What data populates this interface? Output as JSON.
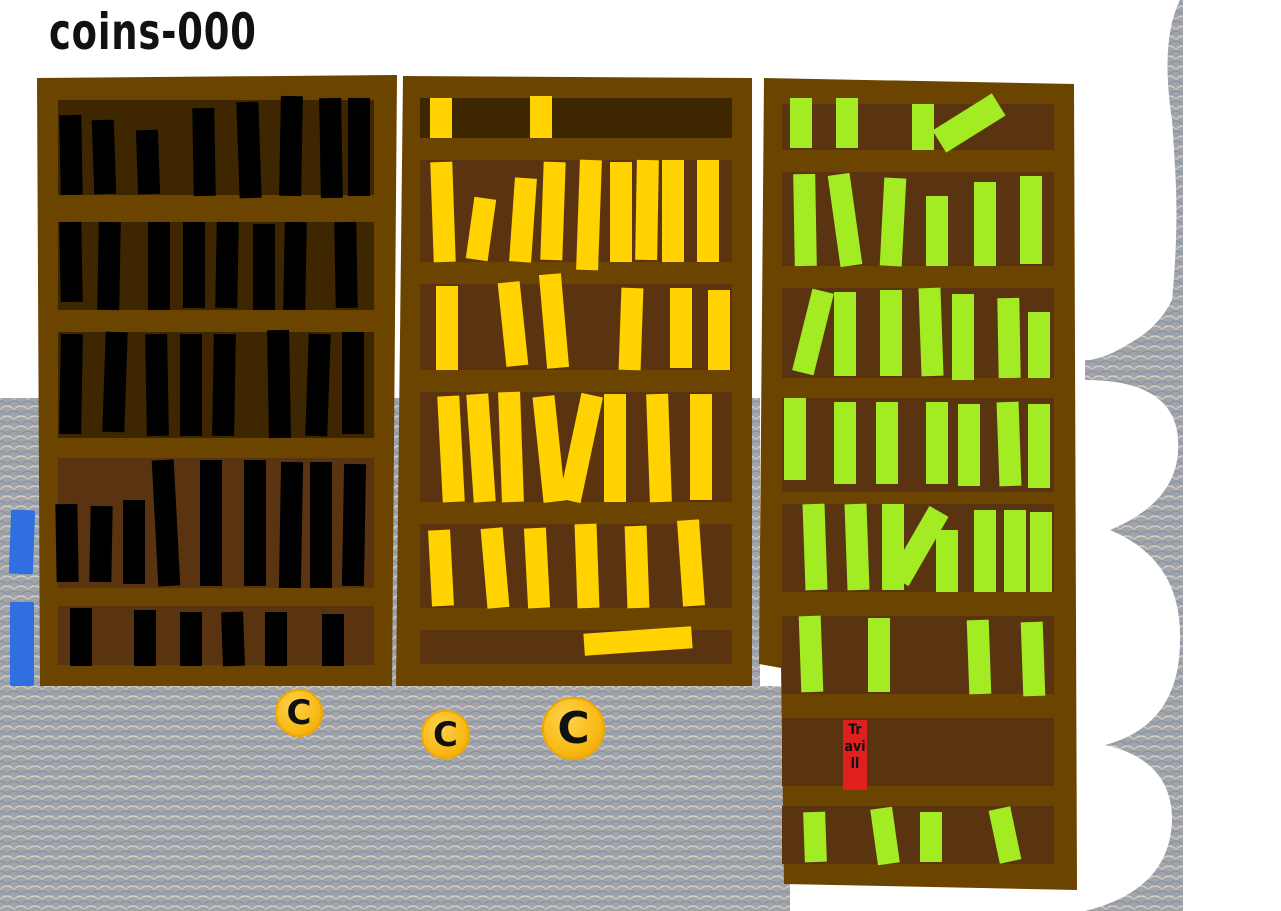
{
  "hud": {
    "score_text": "coins-000"
  },
  "sign": {
    "text": "Tr avi ll"
  },
  "coins": [
    {
      "symbol": "C"
    },
    {
      "symbol": "C"
    },
    {
      "symbol": "C"
    }
  ],
  "colors": {
    "shelf_frame": "#6b4500",
    "shelf_back_dark": "#3e2700",
    "shelf_back_light": "#5a3410",
    "books_dark": "#000000",
    "books_yellow": "#ffd200",
    "books_green": "#a3eb22",
    "door_blue": "#2f6fe0",
    "sign_red": "#e01f1f"
  },
  "icons": {
    "coin": "coin-icon",
    "door": "door-icon"
  }
}
